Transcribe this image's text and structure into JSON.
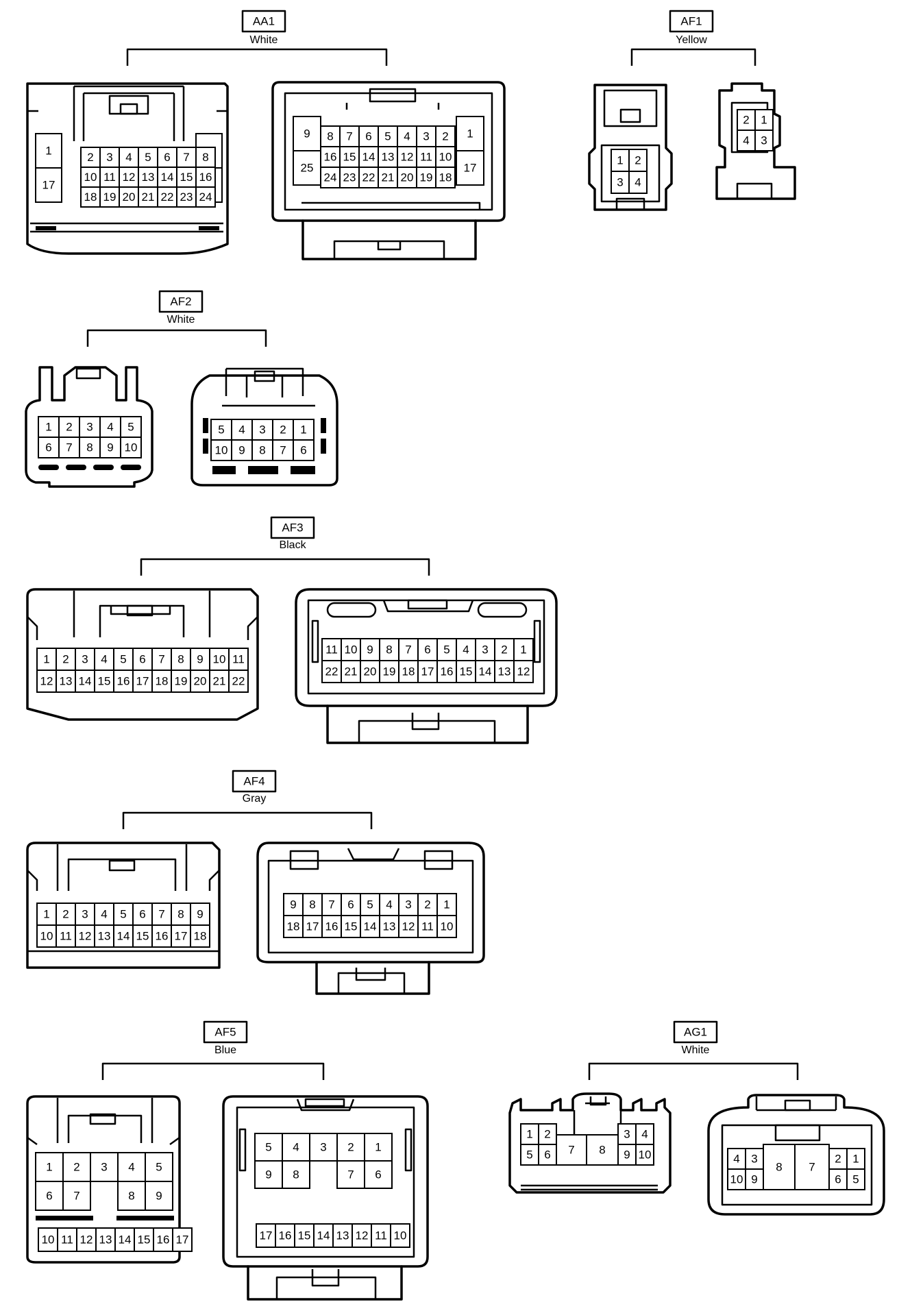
{
  "connectors": [
    {
      "id": "AA1",
      "color": "White",
      "views": [
        [
          [
            "",
            "2",
            "3",
            "4",
            "5",
            "6",
            "7",
            "8",
            ""
          ],
          [
            "",
            "10",
            "11",
            "12",
            "13",
            "14",
            "15",
            "16",
            ""
          ],
          [
            "",
            "18",
            "19",
            "20",
            "21",
            "22",
            "23",
            "24",
            ""
          ]
        ],
        [
          [
            "",
            "8",
            "7",
            "6",
            "5",
            "4",
            "3",
            "2",
            ""
          ],
          [
            "",
            "16",
            "15",
            "14",
            "13",
            "12",
            "11",
            "10",
            ""
          ],
          [
            "",
            "24",
            "23",
            "22",
            "21",
            "20",
            "19",
            "18",
            ""
          ]
        ]
      ],
      "side": [
        [
          "1",
          "17",
          "9",
          "25"
        ],
        [
          "9",
          "25",
          "1",
          "17"
        ]
      ]
    },
    {
      "id": "AF1",
      "color": "Yellow",
      "views": [
        [
          [
            "1",
            "2"
          ],
          [
            "3",
            "4"
          ]
        ],
        [
          [
            "2",
            "1"
          ],
          [
            "4",
            "3"
          ]
        ]
      ]
    },
    {
      "id": "AF2",
      "color": "White",
      "views": [
        [
          [
            "1",
            "2",
            "3",
            "4",
            "5"
          ],
          [
            "6",
            "7",
            "8",
            "9",
            "10"
          ]
        ],
        [
          [
            "5",
            "4",
            "3",
            "2",
            "1"
          ],
          [
            "10",
            "9",
            "8",
            "7",
            "6"
          ]
        ]
      ]
    },
    {
      "id": "AF3",
      "color": "Black",
      "views": [
        [
          [
            "1",
            "2",
            "3",
            "4",
            "5",
            "6",
            "7",
            "8",
            "9",
            "10",
            "11"
          ],
          [
            "12",
            "13",
            "14",
            "15",
            "16",
            "17",
            "18",
            "19",
            "20",
            "21",
            "22"
          ]
        ],
        [
          [
            "11",
            "10",
            "9",
            "8",
            "7",
            "6",
            "5",
            "4",
            "3",
            "2",
            "1"
          ],
          [
            "22",
            "21",
            "20",
            "19",
            "18",
            "17",
            "16",
            "15",
            "14",
            "13",
            "12"
          ]
        ]
      ]
    },
    {
      "id": "AF4",
      "color": "Gray",
      "views": [
        [
          [
            "1",
            "2",
            "3",
            "4",
            "5",
            "6",
            "7",
            "8",
            "9"
          ],
          [
            "10",
            "11",
            "12",
            "13",
            "14",
            "15",
            "16",
            "17",
            "18"
          ]
        ],
        [
          [
            "9",
            "8",
            "7",
            "6",
            "5",
            "4",
            "3",
            "2",
            "1"
          ],
          [
            "18",
            "17",
            "16",
            "15",
            "14",
            "13",
            "12",
            "11",
            "10"
          ]
        ]
      ]
    },
    {
      "id": "AF5",
      "color": "Blue",
      "views": [
        [
          [
            "1",
            "2",
            "3",
            "4",
            "5"
          ],
          [
            "6",
            "7",
            "",
            "8",
            "9"
          ],
          [
            "10",
            "11",
            "12",
            "13",
            "14",
            "15",
            "16",
            "17"
          ]
        ],
        [
          [
            "5",
            "4",
            "3",
            "2",
            "1"
          ],
          [
            "9",
            "8",
            "",
            "7",
            "6"
          ],
          [
            "17",
            "16",
            "15",
            "14",
            "13",
            "12",
            "11",
            "10"
          ]
        ]
      ]
    },
    {
      "id": "AG1",
      "color": "White",
      "views": [
        [
          [
            "1",
            "2",
            "3",
            "4"
          ],
          [
            "5",
            "6",
            "7",
            "8",
            "9",
            "10"
          ]
        ],
        [
          [
            "4",
            "3",
            "2",
            "1"
          ],
          [
            "10",
            "9",
            "8",
            "7",
            "6",
            "5"
          ]
        ]
      ]
    }
  ]
}
